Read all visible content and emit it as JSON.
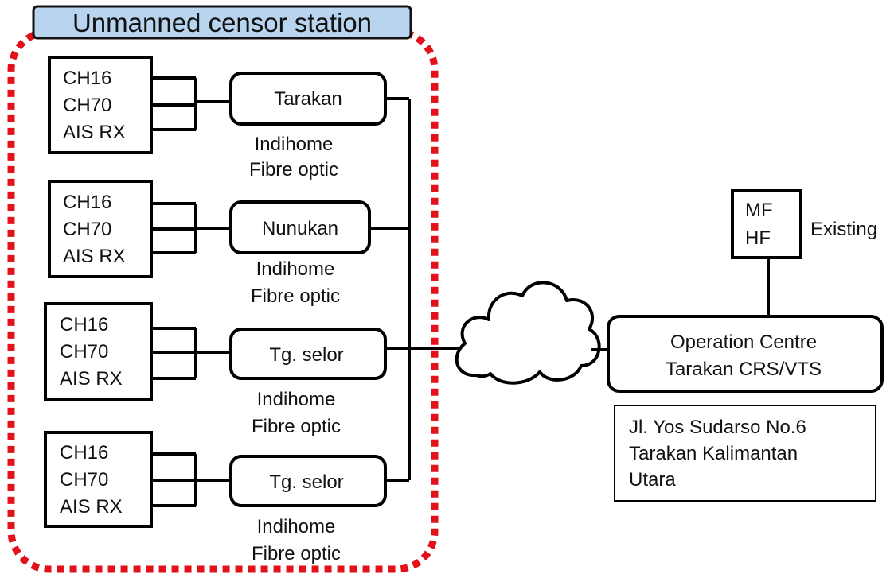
{
  "title": "Unmanned censor station",
  "colors": {
    "title_bg": "#b9d4ee",
    "dotted_border": "#e3121a",
    "line": "#000000"
  },
  "sites": [
    {
      "channels": [
        "CH16",
        "CH70",
        "AIS RX"
      ],
      "station": "Tarakan",
      "link_line1": "Indihome",
      "link_line2": "Fibre optic"
    },
    {
      "channels": [
        "CH16",
        "CH70",
        "AIS RX"
      ],
      "station": "Nunukan",
      "link_line1": "Indihome",
      "link_line2": "Fibre optic"
    },
    {
      "channels": [
        "CH16",
        "CH70",
        "AIS RX"
      ],
      "station": "Tg. selor",
      "link_line1": "Indihome",
      "link_line2": "Fibre optic"
    },
    {
      "channels": [
        "CH16",
        "CH70",
        "AIS RX"
      ],
      "station": "Tg. selor",
      "link_line1": "Indihome",
      "link_line2": "Fibre optic"
    }
  ],
  "network_icon": "cloud-icon",
  "operation_centre": {
    "line1": "Operation Centre",
    "line2": "Tarakan CRS/VTS"
  },
  "radio": {
    "line1": "MF",
    "line2": "HF",
    "note": "Existing"
  },
  "address": {
    "line1": "Jl. Yos Sudarso No.6",
    "line2": "Tarakan Kalimantan",
    "line3": "Utara"
  }
}
